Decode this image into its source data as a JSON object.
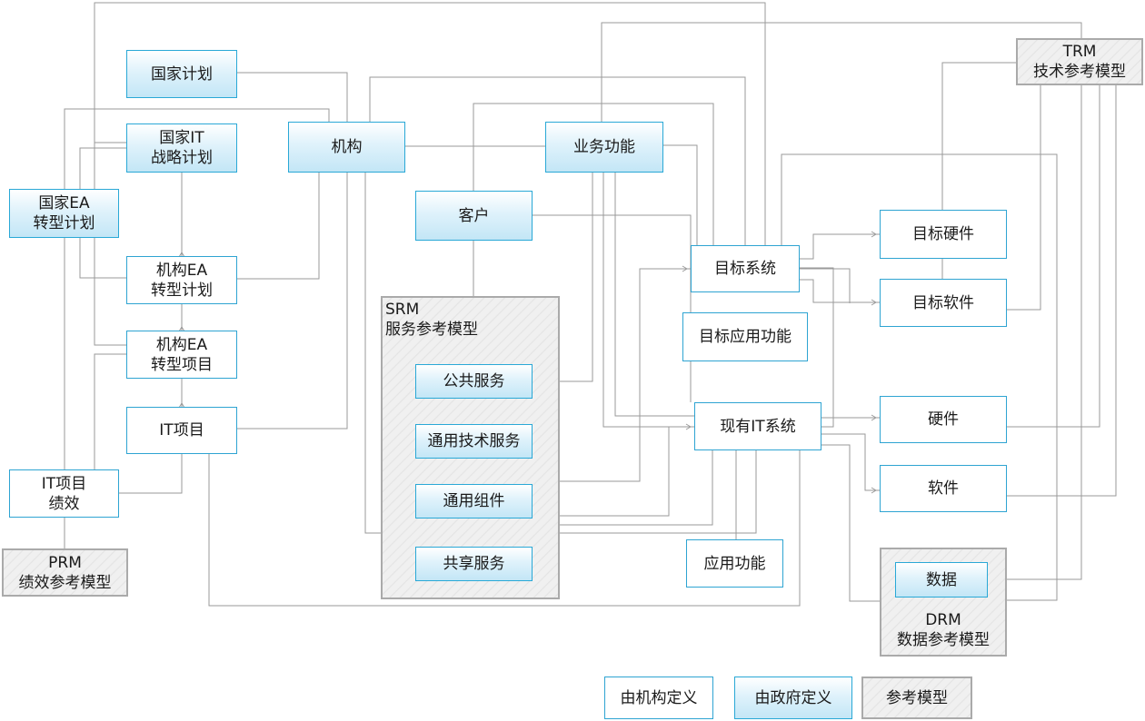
{
  "nodes": {
    "national_plan": "国家计划",
    "national_it_strategy": "国家IT\n战略计划",
    "national_ea_plan": "国家EA\n转型计划",
    "agency": "机构",
    "agency_ea_plan": "机构EA\n转型计划",
    "agency_ea_project": "机构EA\n转型项目",
    "it_project": "IT项目",
    "it_project_performance": "IT项目\n绩效",
    "business_function": "业务功能",
    "customer": "客户",
    "target_system": "目标系统",
    "target_app_function": "目标应用功能",
    "target_hardware": "目标硬件",
    "target_software": "目标软件",
    "existing_it_system": "现有IT系统",
    "hardware": "硬件",
    "software": "软件",
    "app_function": "应用功能",
    "public_service": "公共服务",
    "common_tech_service": "通用技术服务",
    "common_component": "通用组件",
    "shared_service": "共享服务",
    "data": "数据"
  },
  "reference_models": {
    "srm": "SRM\n服务参考模型",
    "trm": "TRM\n技术参考模型",
    "prm": "PRM\n绩效参考模型",
    "drm": "DRM\n数据参考模型"
  },
  "legend": {
    "org_defined": "由机构定义",
    "gov_defined": "由政府定义",
    "ref_model": "参考模型"
  },
  "colors": {
    "box_border": "#29a8d6",
    "gov_fill": "#c3e6f6",
    "ref_border": "#aaaaaa",
    "connector": "#9a9a9a"
  }
}
